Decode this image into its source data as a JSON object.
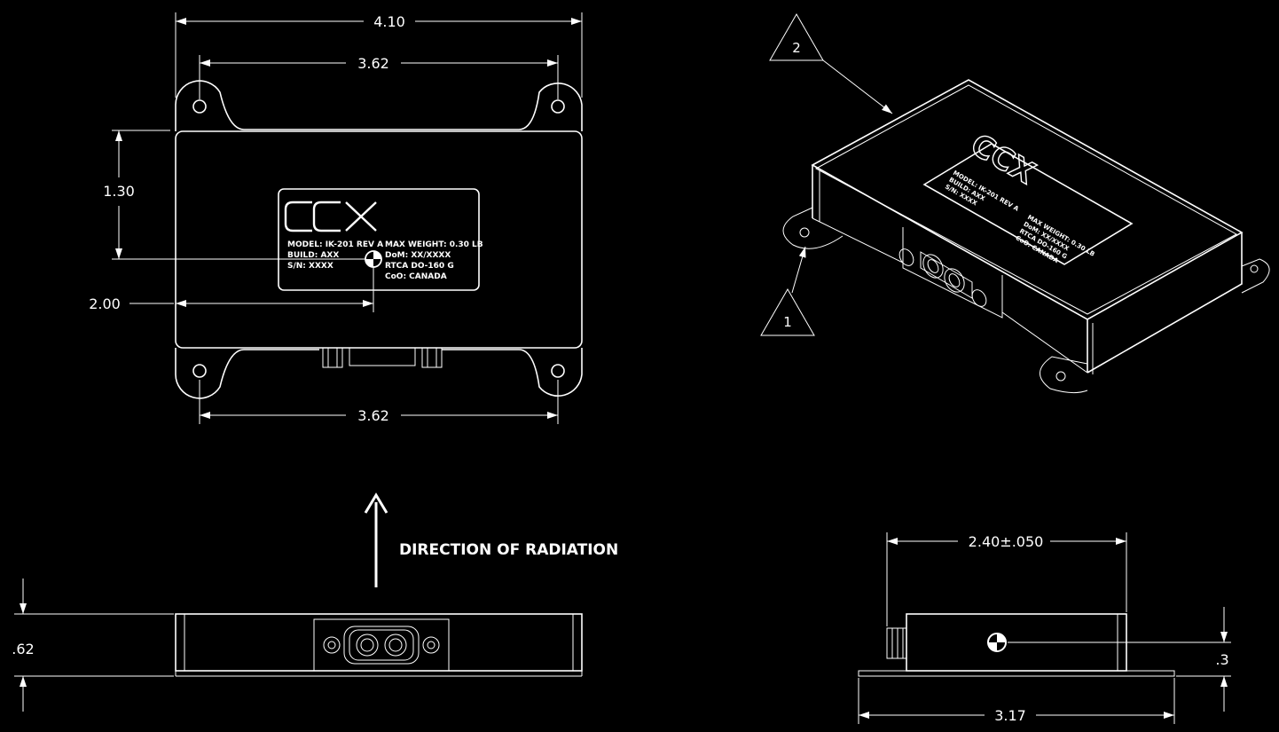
{
  "dimensions": {
    "overall_width": "4.10",
    "hole_spacing_top": "3.62",
    "hole_spacing_bottom": "3.62",
    "label_height_offset": "1.30",
    "label_width_offset": "2.00",
    "front_height": ".62",
    "side_depth": "2.40±.050",
    "side_length": "3.17",
    "side_offset": ".3"
  },
  "label": {
    "brand": "CCX",
    "model": "MODEL: IK-201 REV A",
    "build": "BUILD: AXX",
    "serial": "S/N: XXXX",
    "max_weight": "MAX WEIGHT: 0.30 LB",
    "dom": "DoM: XX/XXXX",
    "rtca": "RTCA DO-160 G",
    "coo": "CoO: CANADA"
  },
  "annotations": {
    "direction": "DIRECTION OF RADIATION",
    "callout_1": "1",
    "callout_2": "2"
  }
}
